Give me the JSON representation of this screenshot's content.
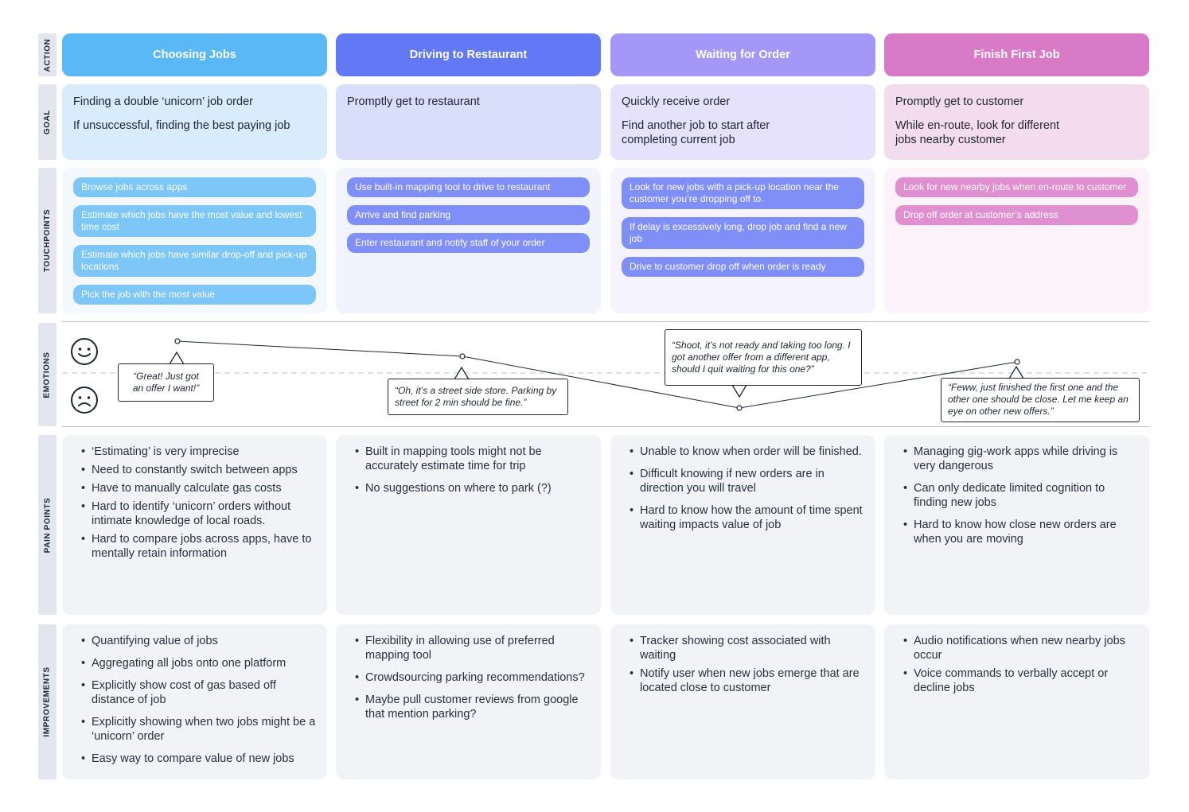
{
  "row_labels": {
    "action": "ACTION",
    "goal": "GOAL",
    "touchpoints": "TOUCHPOINTS",
    "emotions": "EMOTIONS",
    "pain_points": "PAIN POINTS",
    "improvements": "IMPROVEMENTS"
  },
  "colors": {
    "stage_1": "#5ab8f7",
    "stage_2": "#6378f5",
    "stage_3": "#a597f8",
    "stage_4": "#d97ac7"
  },
  "stages": [
    {
      "action": "Choosing Jobs",
      "goals": [
        "Finding a double ‘unicorn’ job order",
        "If unsuccessful, finding the best paying job"
      ],
      "touchpoints": [
        "Browse jobs across apps",
        "Estimate which jobs have the most value and lowest time cost",
        "Estimate which jobs have similar drop-off and pick-up locations",
        "Pick the job with the most value"
      ],
      "pain_points": [
        "‘Estimating’ is very imprecise",
        "Need to constantly switch between apps",
        "Have to manually calculate gas costs",
        "Hard to identify ‘unicorn’ orders without intimate knowledge of local roads.",
        "Hard to compare jobs across apps, have to mentally retain information"
      ],
      "improvements": [
        "Quantifying value of jobs",
        "Aggregating all jobs onto one platform",
        "Explicitly show cost of gas based off distance of job",
        "Explicitly showing when two jobs might be a ‘unicorn’ order",
        "Easy way to compare value of new jobs"
      ]
    },
    {
      "action": "Driving to Restaurant",
      "goals": [
        "Promptly get to restaurant"
      ],
      "touchpoints": [
        "Use built-in mapping tool to drive to restaurant",
        "Arrive and find parking",
        "Enter restaurant and notify staff of your order"
      ],
      "pain_points": [
        "Built in mapping tools might not be accurately estimate time for trip",
        "No suggestions on where to park (?)"
      ],
      "improvements": [
        "Flexibility in allowing use of preferred mapping tool",
        "Crowdsourcing parking recommendations?",
        "Maybe pull customer reviews from google that mention parking?"
      ]
    },
    {
      "action": "Waiting for Order",
      "goals": [
        "Quickly receive order",
        "Find another job to start after completing current job"
      ],
      "touchpoints": [
        "Look for new jobs with a pick-up location near the customer you’re dropping off to.",
        "If delay is excessively long, drop job and find a new job",
        "Drive to customer drop off when order is ready"
      ],
      "pain_points": [
        "Unable to know when order will be finished.",
        "Difficult knowing if new orders are in direction you will travel",
        "Hard to know how the amount of time spent waiting impacts value of job"
      ],
      "improvements": [
        "Tracker showing cost associated with waiting",
        "Notify user when new jobs emerge that are located close to customer"
      ]
    },
    {
      "action": "Finish First Job",
      "goals": [
        "Promptly get to customer",
        "While en-route, look for different jobs nearby customer"
      ],
      "touchpoints": [
        "Look for new nearby jobs when en-route to customer",
        "Drop off order at customer’s address"
      ],
      "pain_points": [
        "Managing gig-work apps while driving is very dangerous",
        "Can only dedicate limited cognition to finding new jobs",
        "Hard to know how close new orders are when you are moving"
      ],
      "improvements": [
        "Audio notifications when new nearby jobs occur",
        "Voice commands to verbally accept or decline jobs"
      ]
    }
  ],
  "emotions": {
    "quotes": [
      "“Great! Just got an offer I want!”",
      "“Oh, it’s a street side store. Parking by street for 2 min should be fine.”",
      "“Shoot, it’s not ready and taking too long. I got another offer from a different app, should I quit waiting for this one?”",
      "“Feww, just finished the first one and the other one should be close. Let me keep an eye on other new offers.”"
    ]
  }
}
